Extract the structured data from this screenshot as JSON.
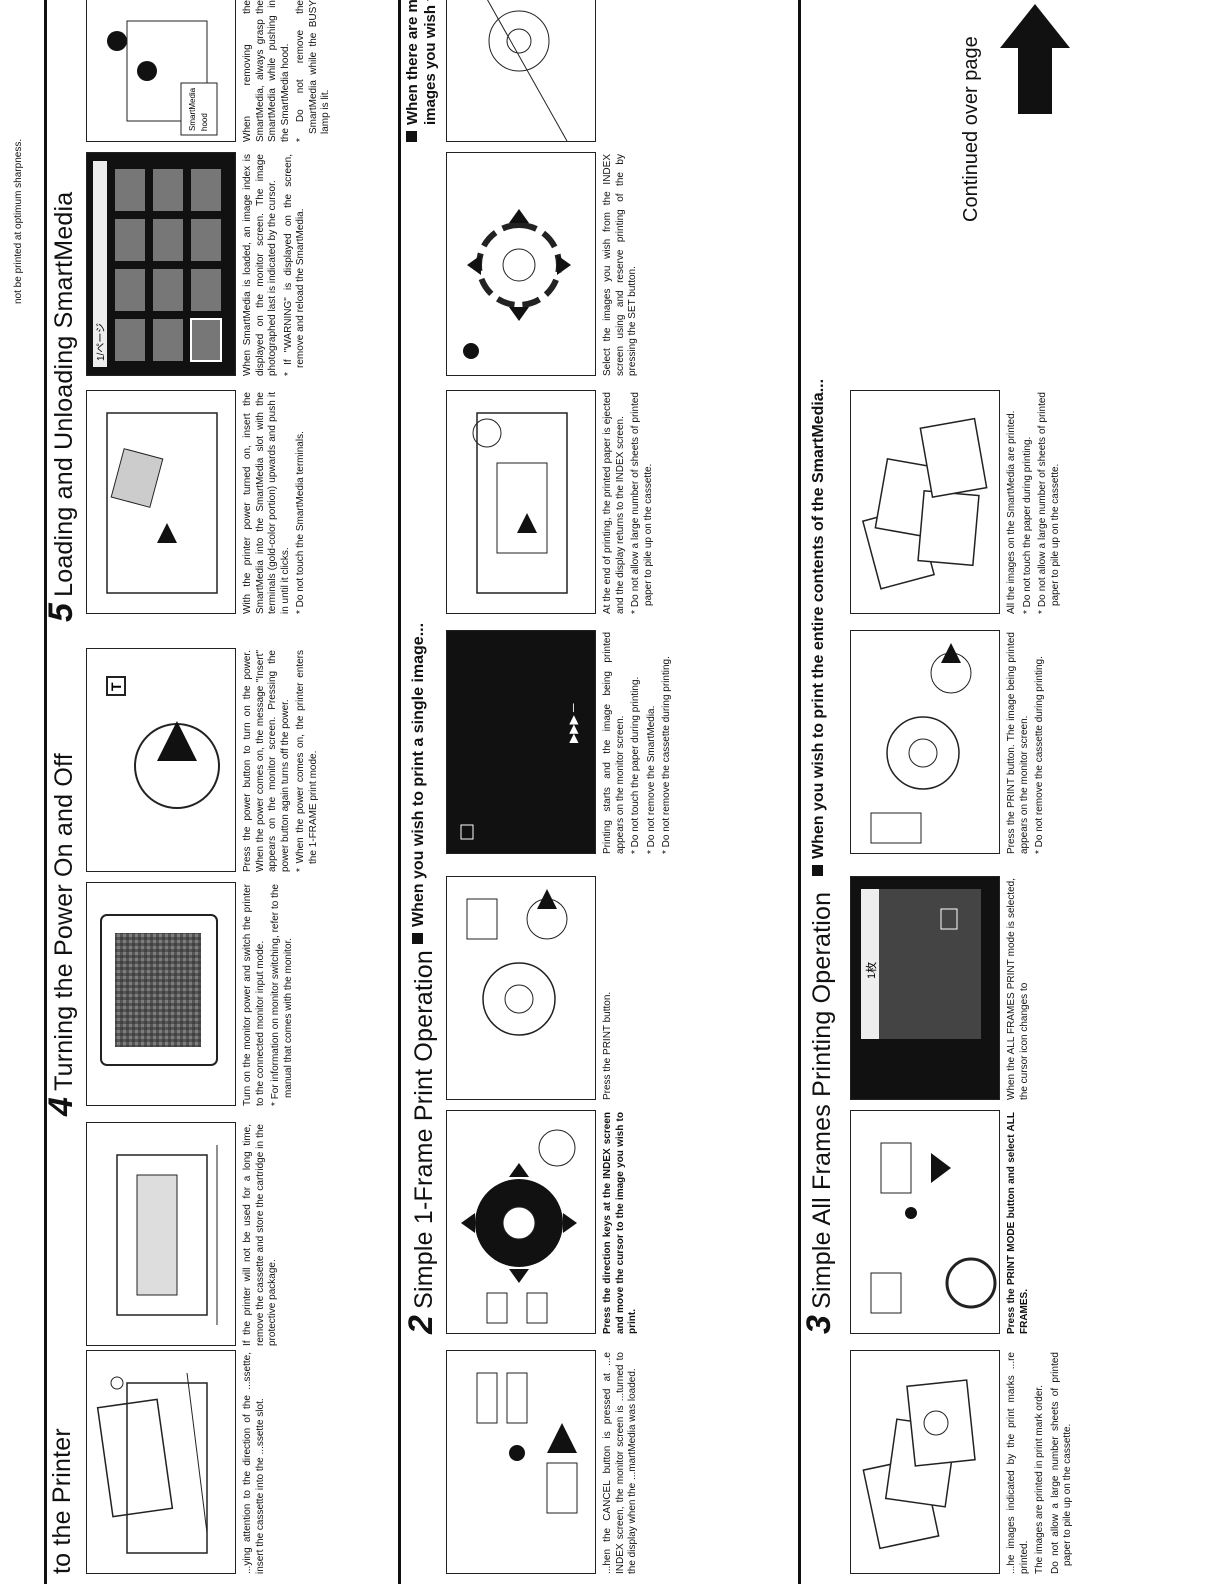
{
  "top_fragment": {
    "line1": "not be printed at optimum sharpness."
  },
  "sections": {
    "printer_tail": {
      "heading": "to the Printer",
      "caption": "...ying attention to the direction of the ...ssette, insert the cassette into the ...ssette slot.",
      "note": "If the printer will not be used for a long time, remove the cassette and store the cartridge in the protective package."
    },
    "power": {
      "number": "4",
      "heading": "Turning the Power On and Off",
      "cap1": "Turn on the monitor power and switch the printer to the connected monitor input mode.",
      "cap1_note": "* For information on monitor switching, refer to the manual that comes with the monitor.",
      "cap2": "Press the power button to turn on the power. When the power comes on, the message \"Insert\" appears on the monitor screen. Pressing the power button again turns off the power.",
      "cap2_note": "* When the power comes on, the printer enters the 1-FRAME print mode."
    },
    "smartmedia": {
      "number": "5",
      "heading": "Loading and Unloading SmartMedia",
      "cap1": "With the printer power turned on, insert the SmartMedia into the SmartMedia slot with the terminals (gold-color portion) upwards and push it in until it clicks.",
      "cap1_note": "* Do not touch the SmartMedia terminals.",
      "cap2": "When SmartMedia is loaded, an image index is displayed on the monitor screen. The image photographed last is indicated by the cursor.",
      "cap2_note": "* If \"WARNING\" is displayed on the screen, remove and reload the SmartMedia.",
      "cap3": "When removing the SmartMedia, always grasp the SmartMedia while pushing in the SmartMedia hood.",
      "cap3_note": "* Do not remove the SmartMedia while the BUSY lamp is lit.",
      "hood_label": "SmartMedia hood"
    },
    "cancel": {
      "caption": "...hen the CANCEL button is pressed at ...e INDEX screen, the monitor screen is ...turned to the display when the ...martMedia was loaded."
    },
    "single": {
      "number": "2",
      "heading": "Simple 1-Frame Print Operation",
      "subhead": "When you wish to print a single image...",
      "cap1": "Press the direction keys at the INDEX screen and move the cursor to the image you wish to print.",
      "cap2": "Press the PRINT button.",
      "cap3": "Printing starts and the image being printed appears on the monitor screen.",
      "cap3_notes": [
        "* Do not touch the paper during printing.",
        "* Do not remove the SmartMedia.",
        "* Do not remove the cassette during printing."
      ],
      "cap4": "At the end of printing, the printed paper is ejected and the display returns to the INDEX screen.",
      "cap4_note": "* Do not allow a large number of sheets of printed paper to pile up on the cassette."
    },
    "multiple": {
      "subhead_line1": "When there are mult",
      "subhead_line2": "images you wish to",
      "caption": "Select the images you wish from the INDEX screen using and reserve printing of the by pressing the SET button."
    },
    "marked": {
      "caption": "...he images indicated by the print marks ...re printed.",
      "note1": "The images are printed in print mark order.",
      "note2": "Do not allow a large number sheets of printed paper to pile up on the cassette."
    },
    "all": {
      "number": "3",
      "heading": "Simple All Frames Printing Operation",
      "subhead": "When you wish to print the entire contents of the SmartMedia...",
      "cap1": "Press the PRINT MODE button and select ALL FRAMES.",
      "cap2": "When the ALL FRAMES PRINT mode is selected, the cursor icon changes to",
      "cap3": "Press the PRINT button. The image being printed appears on the monitor screen.",
      "cap3_note": "* Do not remove the cassette during printing.",
      "cap4": "All the images on the SmartMedia are printed.",
      "cap4_notes": [
        "* Do not touch the paper during printing.",
        "* Do not allow a large number of sheets of printed paper to pile up on the cassette."
      ]
    }
  },
  "continued": "Continued over page",
  "screen": {
    "count_label": "1枚",
    "index_label": "1/ページ"
  }
}
